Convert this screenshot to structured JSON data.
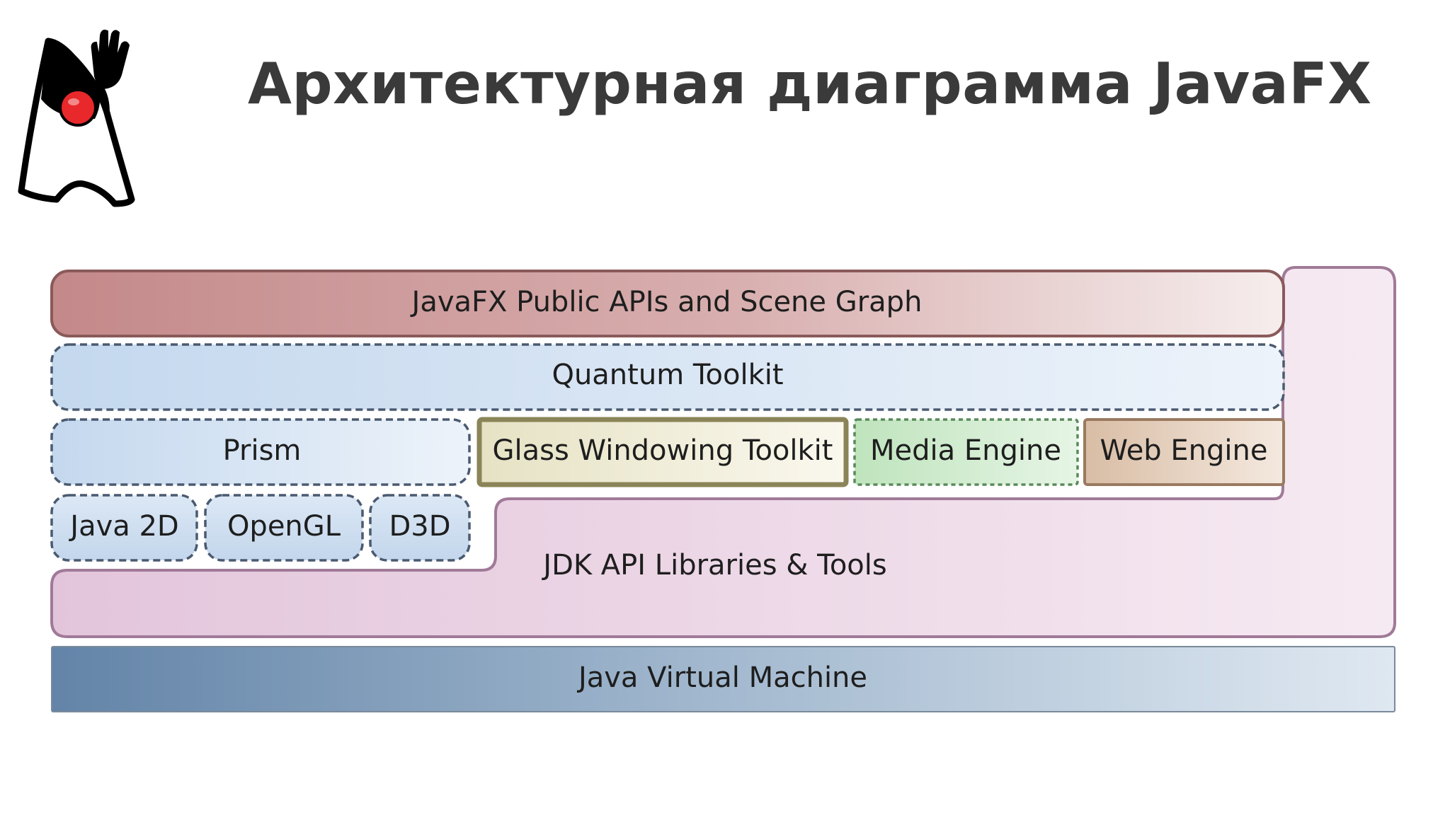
{
  "title": "Архитектурная диаграмма JavaFX",
  "logo": {
    "icon": "java-duke-mascot-icon",
    "colors": {
      "outline": "#000000",
      "nose": "#e8282b",
      "body": "#ffffff"
    }
  },
  "diagram": {
    "layers": {
      "public_apis": "JavaFX Public APIs and Scene Graph",
      "quantum": "Quantum Toolkit",
      "prism": "Prism",
      "glass": "Glass Windowing Toolkit",
      "media": "Media Engine",
      "web": "Web Engine",
      "java2d": "Java 2D",
      "opengl": "OpenGL",
      "d3d": "D3D",
      "jdk": "JDK API Libraries & Tools",
      "jvm": "Java Virtual Machine"
    },
    "colors": {
      "public_apis": "#c78b8b",
      "quantum": "#c8daee",
      "prism": "#c8daee",
      "glass": "#b3ae7c",
      "media": "#bfe3bd",
      "web": "#d2b59e",
      "jdk": "#ead0e3",
      "jvm": "#6a88a8"
    }
  }
}
